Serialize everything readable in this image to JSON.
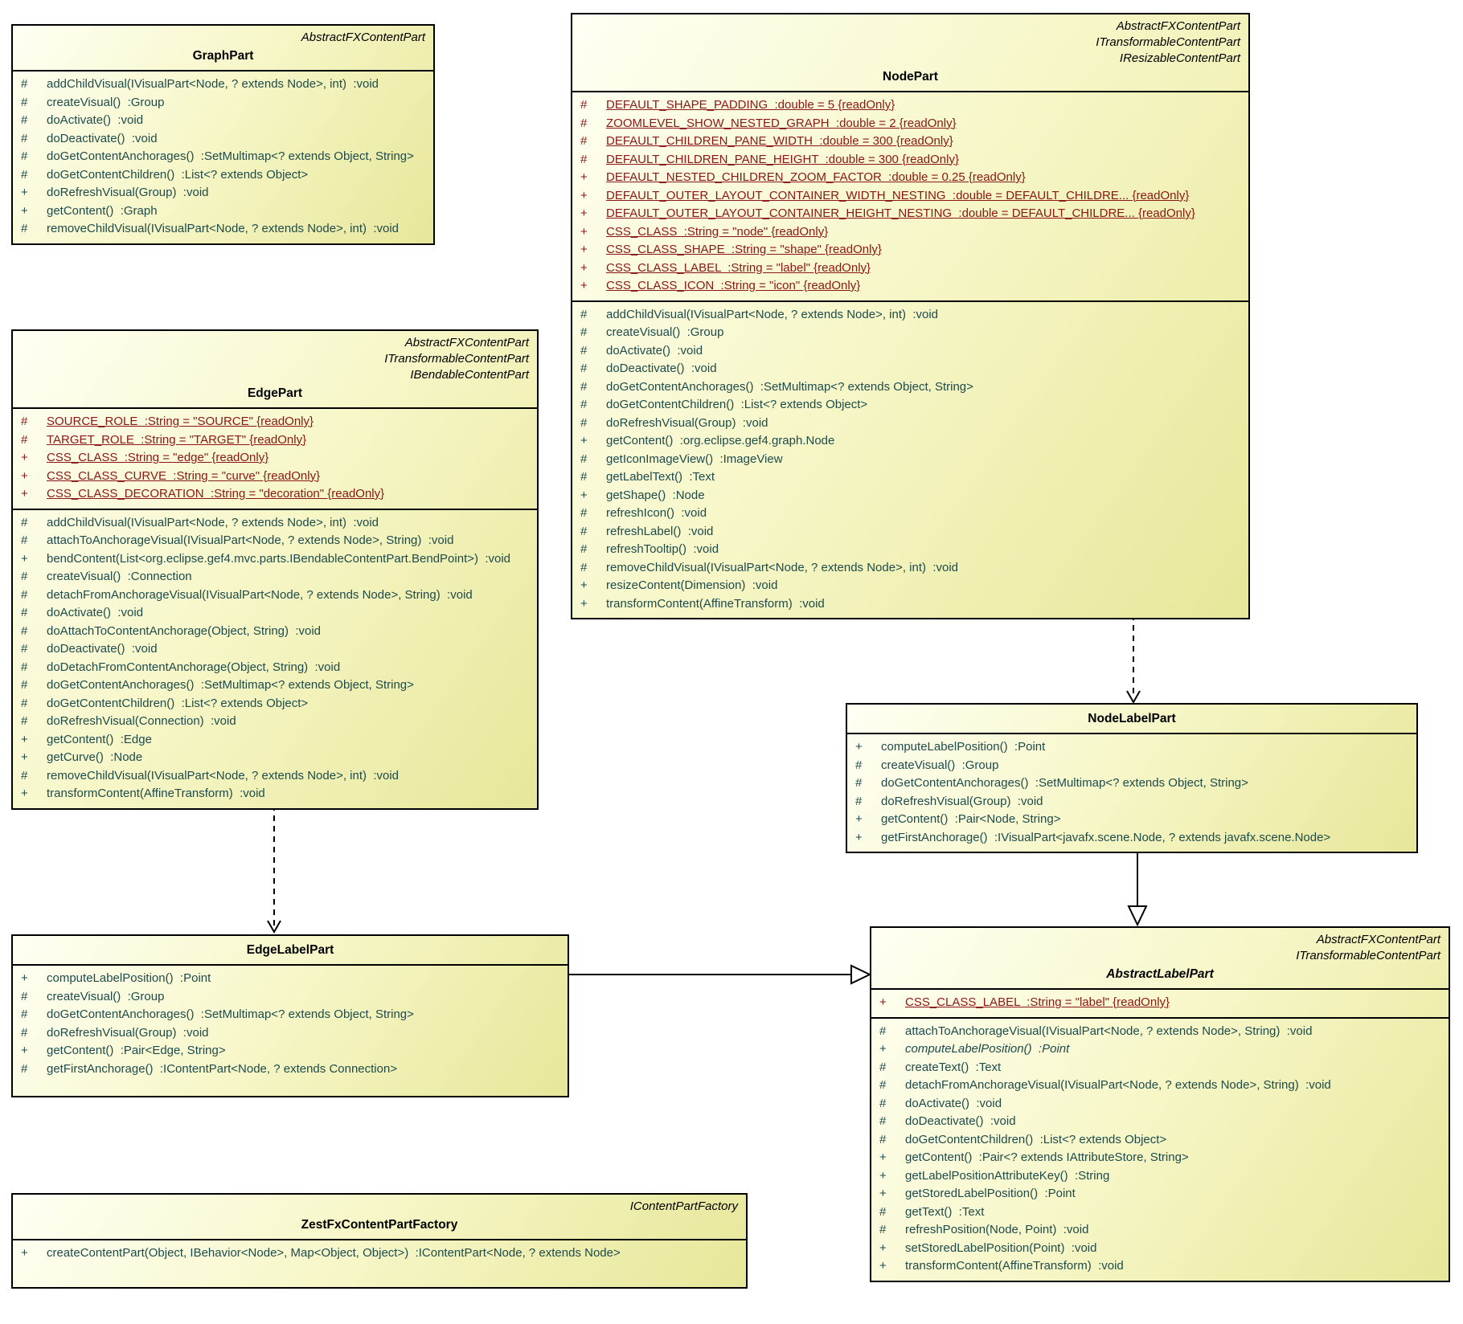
{
  "colors": {
    "box_border": "#000000",
    "box_fill_light": "#fffff4",
    "box_fill_dark": "#e7e79a",
    "field_text": "#8b1616",
    "method_text": "#1d4b4b"
  },
  "relations": [
    {
      "from": "NodePart",
      "to": "NodeLabelPart",
      "type": "dashed-dependency"
    },
    {
      "from": "EdgePart",
      "to": "EdgeLabelPart",
      "type": "dashed-dependency"
    },
    {
      "from": "NodeLabelPart",
      "to": "AbstractLabelPart",
      "type": "generalization"
    },
    {
      "from": "EdgeLabelPart",
      "to": "AbstractLabelPart",
      "type": "generalization"
    }
  ],
  "classes": {
    "GraphPart": {
      "stereotypes": [
        "AbstractFXContentPart"
      ],
      "title": "GraphPart",
      "fields": [],
      "methods": [
        {
          "v": "#",
          "t": "addChildVisual(IVisualPart<Node, ? extends Node>, int)  :void"
        },
        {
          "v": "#",
          "t": "createVisual()  :Group"
        },
        {
          "v": "#",
          "t": "doActivate()  :void"
        },
        {
          "v": "#",
          "t": "doDeactivate()  :void"
        },
        {
          "v": "#",
          "t": "doGetContentAnchorages()  :SetMultimap<? extends Object, String>"
        },
        {
          "v": "#",
          "t": "doGetContentChildren()  :List<? extends Object>"
        },
        {
          "v": "+",
          "t": "doRefreshVisual(Group)  :void"
        },
        {
          "v": "+",
          "t": "getContent()  :Graph"
        },
        {
          "v": "#",
          "t": "removeChildVisual(IVisualPart<Node, ? extends Node>, int)  :void"
        }
      ]
    },
    "NodePart": {
      "stereotypes": [
        "AbstractFXContentPart",
        "ITransformableContentPart",
        "IResizableContentPart"
      ],
      "title": "NodePart",
      "fields": [
        {
          "v": "#",
          "t": "DEFAULT_SHAPE_PADDING  :double = 5 {readOnly}"
        },
        {
          "v": "#",
          "t": "ZOOMLEVEL_SHOW_NESTED_GRAPH  :double = 2 {readOnly}"
        },
        {
          "v": "#",
          "t": "DEFAULT_CHILDREN_PANE_WIDTH  :double = 300 {readOnly}"
        },
        {
          "v": "#",
          "t": "DEFAULT_CHILDREN_PANE_HEIGHT  :double = 300 {readOnly}"
        },
        {
          "v": "+",
          "t": "DEFAULT_NESTED_CHILDREN_ZOOM_FACTOR  :double = 0.25 {readOnly}"
        },
        {
          "v": "+",
          "t": "DEFAULT_OUTER_LAYOUT_CONTAINER_WIDTH_NESTING  :double = DEFAULT_CHILDRE... {readOnly}"
        },
        {
          "v": "+",
          "t": "DEFAULT_OUTER_LAYOUT_CONTAINER_HEIGHT_NESTING  :double = DEFAULT_CHILDRE... {readOnly}"
        },
        {
          "v": "+",
          "t": "CSS_CLASS  :String = \"node\" {readOnly}"
        },
        {
          "v": "+",
          "t": "CSS_CLASS_SHAPE  :String = \"shape\" {readOnly}"
        },
        {
          "v": "+",
          "t": "CSS_CLASS_LABEL  :String = \"label\" {readOnly}"
        },
        {
          "v": "+",
          "t": "CSS_CLASS_ICON  :String = \"icon\" {readOnly}"
        }
      ],
      "methods": [
        {
          "v": "#",
          "t": "addChildVisual(IVisualPart<Node, ? extends Node>, int)  :void"
        },
        {
          "v": "#",
          "t": "createVisual()  :Group"
        },
        {
          "v": "#",
          "t": "doActivate()  :void"
        },
        {
          "v": "#",
          "t": "doDeactivate()  :void"
        },
        {
          "v": "#",
          "t": "doGetContentAnchorages()  :SetMultimap<? extends Object, String>"
        },
        {
          "v": "#",
          "t": "doGetContentChildren()  :List<? extends Object>"
        },
        {
          "v": "#",
          "t": "doRefreshVisual(Group)  :void"
        },
        {
          "v": "+",
          "t": "getContent()  :org.eclipse.gef4.graph.Node"
        },
        {
          "v": "#",
          "t": "getIconImageView()  :ImageView"
        },
        {
          "v": "#",
          "t": "getLabelText()  :Text"
        },
        {
          "v": "+",
          "t": "getShape()  :Node"
        },
        {
          "v": "#",
          "t": "refreshIcon()  :void"
        },
        {
          "v": "#",
          "t": "refreshLabel()  :void"
        },
        {
          "v": "#",
          "t": "refreshTooltip()  :void"
        },
        {
          "v": "#",
          "t": "removeChildVisual(IVisualPart<Node, ? extends Node>, int)  :void"
        },
        {
          "v": "+",
          "t": "resizeContent(Dimension)  :void"
        },
        {
          "v": "+",
          "t": "transformContent(AffineTransform)  :void"
        }
      ]
    },
    "EdgePart": {
      "stereotypes": [
        "AbstractFXContentPart",
        "ITransformableContentPart",
        "IBendableContentPart"
      ],
      "title": "EdgePart",
      "fields": [
        {
          "v": "#",
          "t": "SOURCE_ROLE  :String = \"SOURCE\" {readOnly}"
        },
        {
          "v": "#",
          "t": "TARGET_ROLE  :String = \"TARGET\" {readOnly}"
        },
        {
          "v": "+",
          "t": "CSS_CLASS  :String = \"edge\" {readOnly}"
        },
        {
          "v": "+",
          "t": "CSS_CLASS_CURVE  :String = \"curve\" {readOnly}"
        },
        {
          "v": "+",
          "t": "CSS_CLASS_DECORATION  :String = \"decoration\" {readOnly}"
        }
      ],
      "methods": [
        {
          "v": "#",
          "t": "addChildVisual(IVisualPart<Node, ? extends Node>, int)  :void"
        },
        {
          "v": "#",
          "t": "attachToAnchorageVisual(IVisualPart<Node, ? extends Node>, String)  :void"
        },
        {
          "v": "+",
          "t": "bendContent(List<org.eclipse.gef4.mvc.parts.IBendableContentPart.BendPoint>)  :void"
        },
        {
          "v": "#",
          "t": "createVisual()  :Connection"
        },
        {
          "v": "#",
          "t": "detachFromAnchorageVisual(IVisualPart<Node, ? extends Node>, String)  :void"
        },
        {
          "v": "#",
          "t": "doActivate()  :void"
        },
        {
          "v": "#",
          "t": "doAttachToContentAnchorage(Object, String)  :void"
        },
        {
          "v": "#",
          "t": "doDeactivate()  :void"
        },
        {
          "v": "#",
          "t": "doDetachFromContentAnchorage(Object, String)  :void"
        },
        {
          "v": "#",
          "t": "doGetContentAnchorages()  :SetMultimap<? extends Object, String>"
        },
        {
          "v": "#",
          "t": "doGetContentChildren()  :List<? extends Object>"
        },
        {
          "v": "#",
          "t": "doRefreshVisual(Connection)  :void"
        },
        {
          "v": "+",
          "t": "getContent()  :Edge"
        },
        {
          "v": "+",
          "t": "getCurve()  :Node"
        },
        {
          "v": "#",
          "t": "removeChildVisual(IVisualPart<Node, ? extends Node>, int)  :void"
        },
        {
          "v": "+",
          "t": "transformContent(AffineTransform)  :void"
        }
      ]
    },
    "NodeLabelPart": {
      "stereotypes": [],
      "title": "NodeLabelPart",
      "fields": [],
      "methods": [
        {
          "v": "+",
          "t": "computeLabelPosition()  :Point"
        },
        {
          "v": "#",
          "t": "createVisual()  :Group"
        },
        {
          "v": "#",
          "t": "doGetContentAnchorages()  :SetMultimap<? extends Object, String>"
        },
        {
          "v": "#",
          "t": "doRefreshVisual(Group)  :void"
        },
        {
          "v": "+",
          "t": "getContent()  :Pair<Node, String>"
        },
        {
          "v": "+",
          "t": "getFirstAnchorage()  :IVisualPart<javafx.scene.Node, ? extends javafx.scene.Node>"
        }
      ]
    },
    "EdgeLabelPart": {
      "stereotypes": [],
      "title": "EdgeLabelPart",
      "fields": [],
      "methods": [
        {
          "v": "+",
          "t": "computeLabelPosition()  :Point"
        },
        {
          "v": "#",
          "t": "createVisual()  :Group"
        },
        {
          "v": "#",
          "t": "doGetContentAnchorages()  :SetMultimap<? extends Object, String>"
        },
        {
          "v": "#",
          "t": "doRefreshVisual(Group)  :void"
        },
        {
          "v": "+",
          "t": "getContent()  :Pair<Edge, String>"
        },
        {
          "v": "#",
          "t": "getFirstAnchorage()  :IContentPart<Node, ? extends Connection>"
        }
      ]
    },
    "AbstractLabelPart": {
      "stereotypes": [
        "AbstractFXContentPart",
        "ITransformableContentPart"
      ],
      "title": "AbstractLabelPart",
      "fields": [
        {
          "v": "+",
          "t": "CSS_CLASS_LABEL  :String = \"label\" {readOnly}"
        }
      ],
      "methods": [
        {
          "v": "#",
          "t": "attachToAnchorageVisual(IVisualPart<Node, ? extends Node>, String)  :void"
        },
        {
          "v": "+",
          "t": "computeLabelPosition()  :Point",
          "italic": true
        },
        {
          "v": "#",
          "t": "createText()  :Text"
        },
        {
          "v": "#",
          "t": "detachFromAnchorageVisual(IVisualPart<Node, ? extends Node>, String)  :void"
        },
        {
          "v": "#",
          "t": "doActivate()  :void"
        },
        {
          "v": "#",
          "t": "doDeactivate()  :void"
        },
        {
          "v": "#",
          "t": "doGetContentChildren()  :List<? extends Object>"
        },
        {
          "v": "+",
          "t": "getContent()  :Pair<? extends IAttributeStore, String>"
        },
        {
          "v": "+",
          "t": "getLabelPositionAttributeKey()  :String"
        },
        {
          "v": "+",
          "t": "getStoredLabelPosition()  :Point"
        },
        {
          "v": "#",
          "t": "getText()  :Text"
        },
        {
          "v": "#",
          "t": "refreshPosition(Node, Point)  :void"
        },
        {
          "v": "+",
          "t": "setStoredLabelPosition(Point)  :void"
        },
        {
          "v": "+",
          "t": "transformContent(AffineTransform)  :void"
        }
      ]
    },
    "ZestFxContentPartFactory": {
      "stereotypes": [
        "IContentPartFactory"
      ],
      "title": "ZestFxContentPartFactory",
      "fields": [],
      "methods": [
        {
          "v": "+",
          "t": "createContentPart(Object, IBehavior<Node>, Map<Object, Object>)  :IContentPart<Node, ? extends Node>"
        }
      ]
    }
  }
}
